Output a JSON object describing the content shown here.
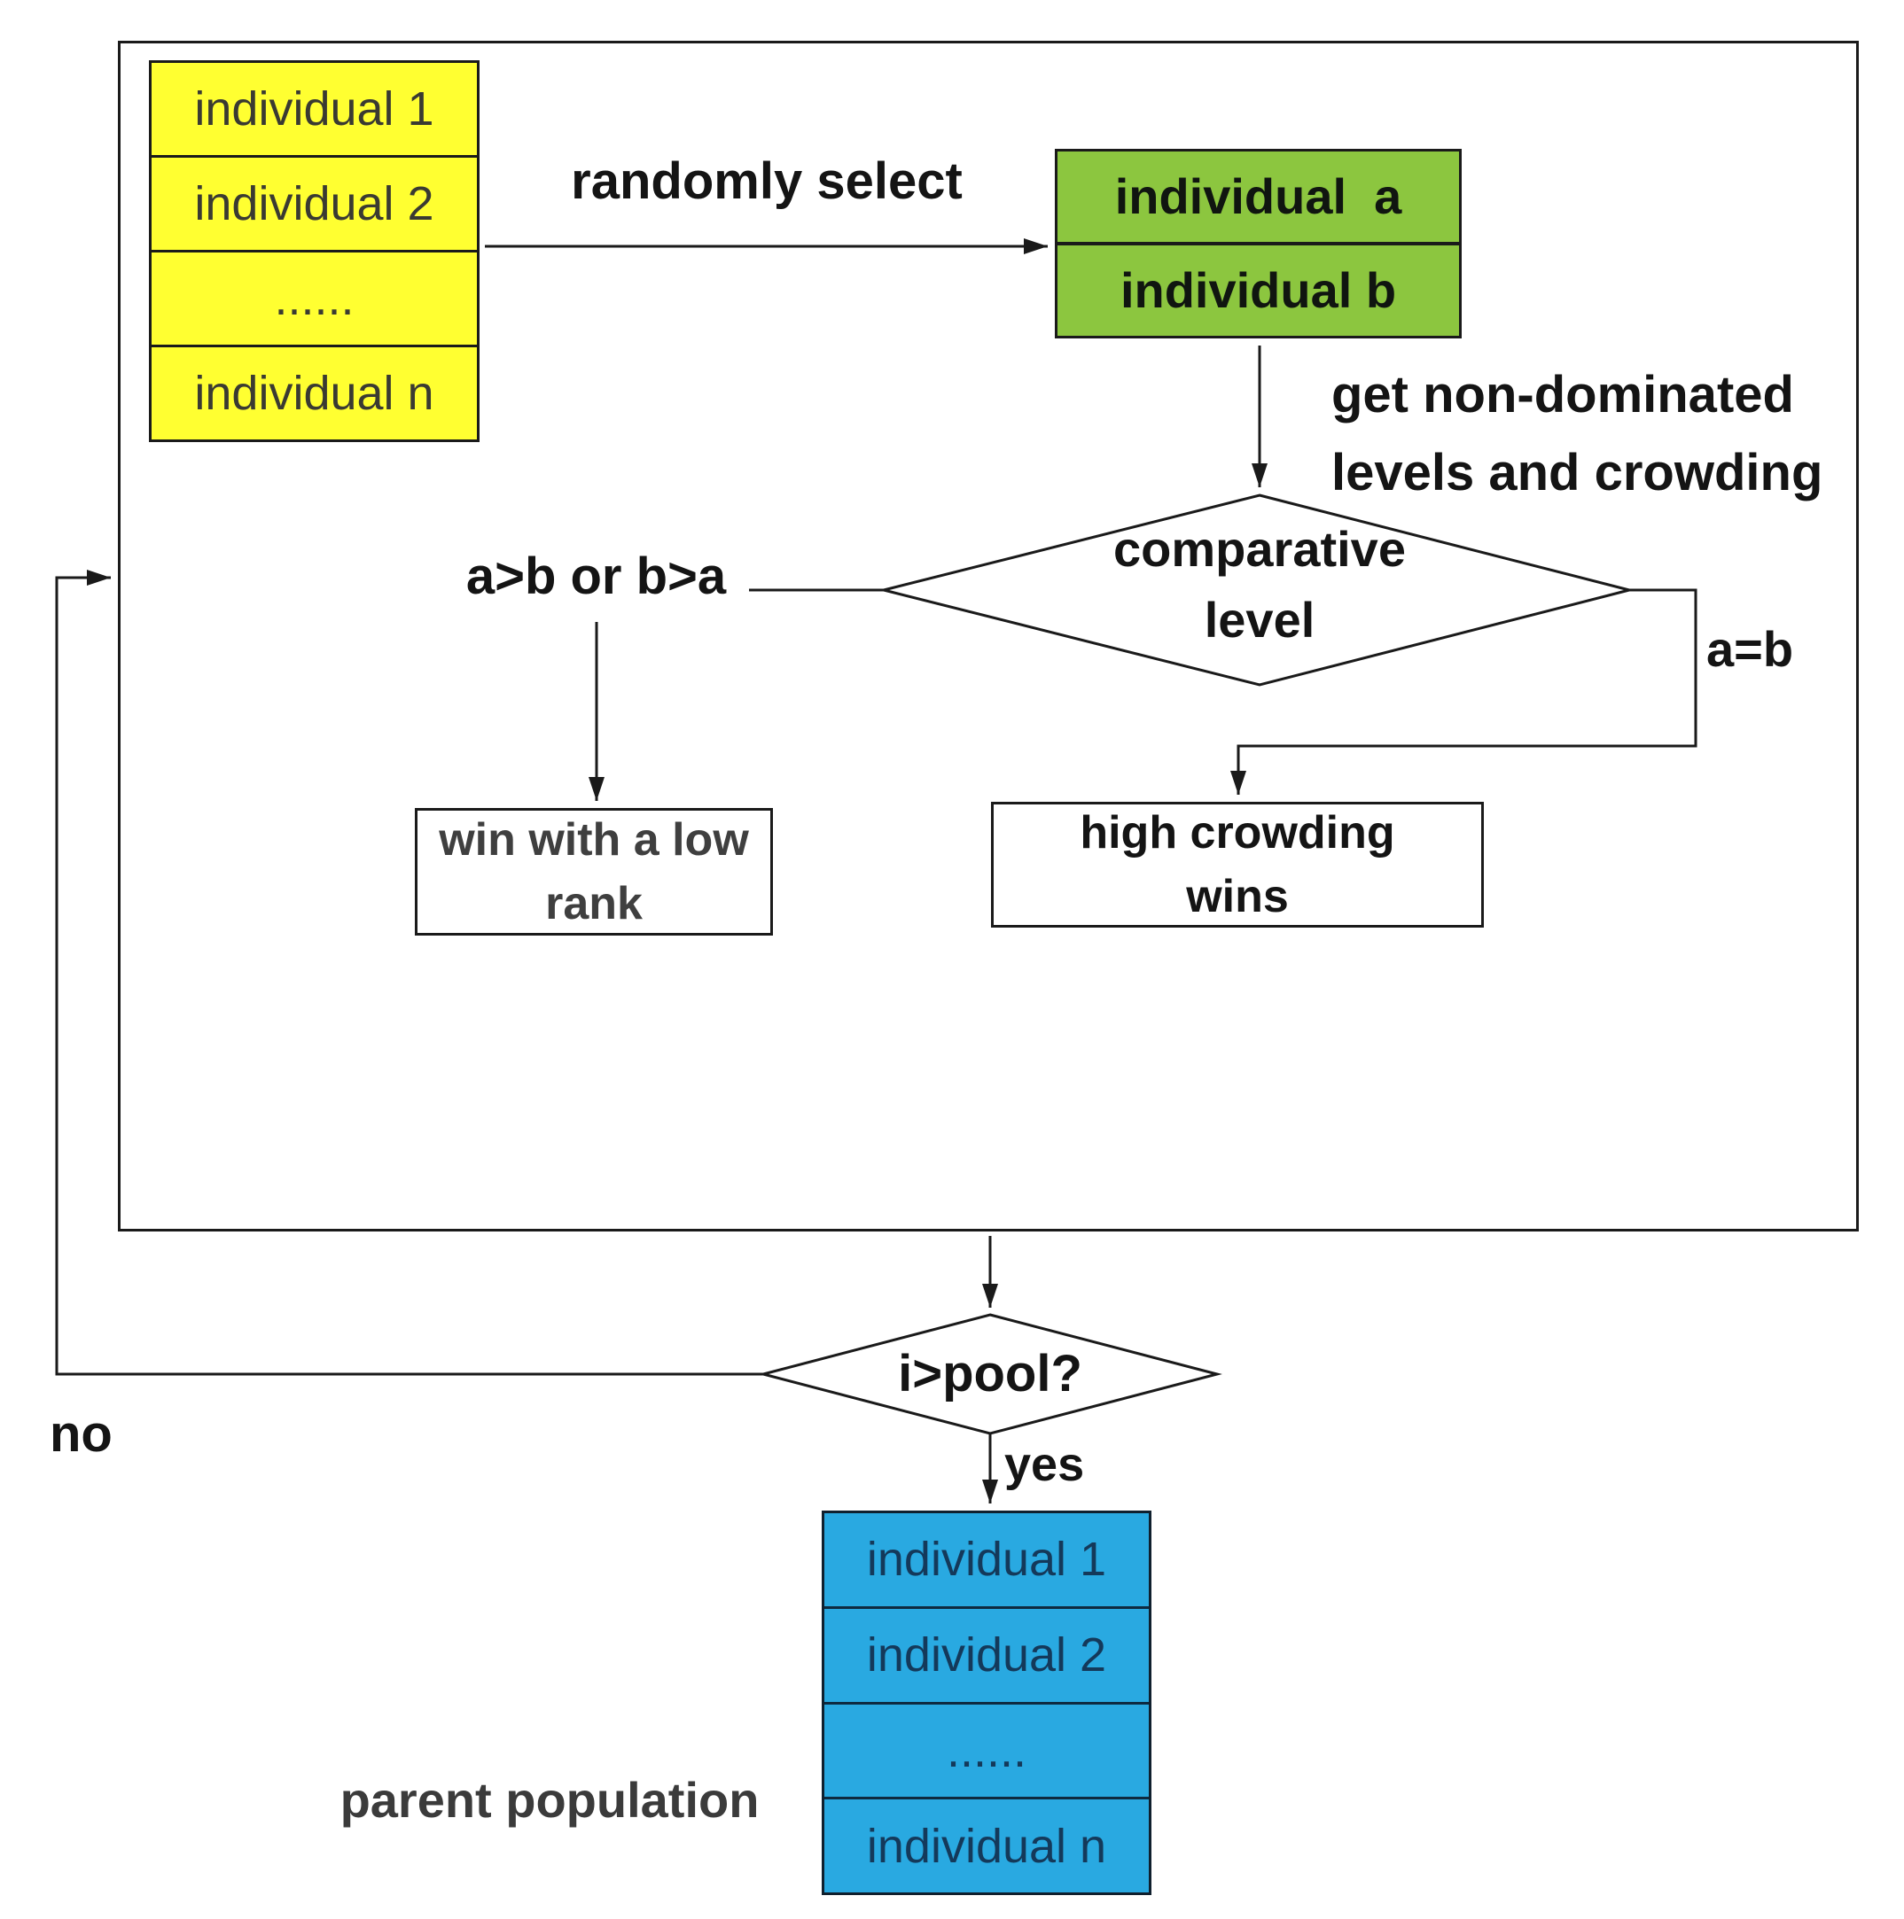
{
  "diagram": {
    "mating_pool_rows": [
      "individual 1",
      "individual 2",
      "......",
      "individual n"
    ],
    "selected_pair_rows": [
      "individual  a",
      "individual b"
    ],
    "parent_pool_rows": [
      "individual 1",
      "individual 2",
      "......",
      "individual n"
    ],
    "labels": {
      "randomly_select": "randomly select",
      "get_levels_line1": "get non-dominated",
      "get_levels_line2": "levels and crowding",
      "comparative_line1": "comparative",
      "comparative_line2": "level",
      "left_branch": "a>b or b>a",
      "right_branch": "a=b",
      "win_low_rank_line1": "win with a low",
      "win_low_rank_line2": "rank",
      "high_crowding_line1": "high crowding",
      "high_crowding_line2": "wins",
      "pool_check": "i>pool?",
      "yes": "yes",
      "no": "no",
      "parent_population": "parent population"
    },
    "colors": {
      "mating_pool_fill": "#ffff31",
      "selected_pair_fill": "#8cc63f",
      "parent_pool_fill": "#29a9e1",
      "line": "#1a1a1a"
    }
  }
}
